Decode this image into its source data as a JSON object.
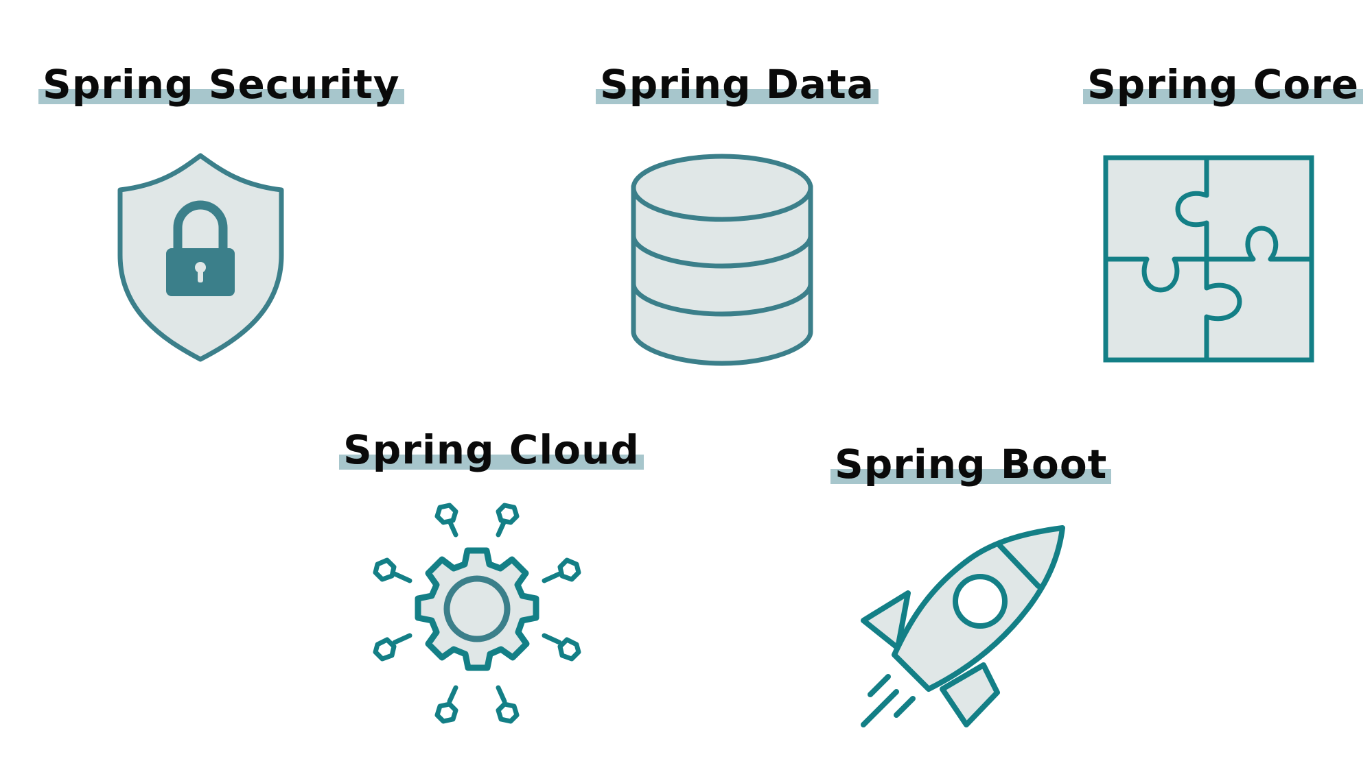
{
  "modules": [
    {
      "label": "Spring Security",
      "icon": "shield-lock-icon"
    },
    {
      "label": "Spring Data",
      "icon": "database-icon"
    },
    {
      "label": "Spring Core",
      "icon": "puzzle-icon"
    },
    {
      "label": "Spring Cloud",
      "icon": "cloud-gear-network-icon"
    },
    {
      "label": "Spring Boot",
      "icon": "rocket-icon"
    }
  ],
  "colors": {
    "stroke_teal": "#3b7f8a",
    "stroke_teal_dark": "#137f86",
    "fill_light": "#e0e7e7",
    "highlight": "#a7c6cc",
    "text": "#0a0a0a"
  }
}
